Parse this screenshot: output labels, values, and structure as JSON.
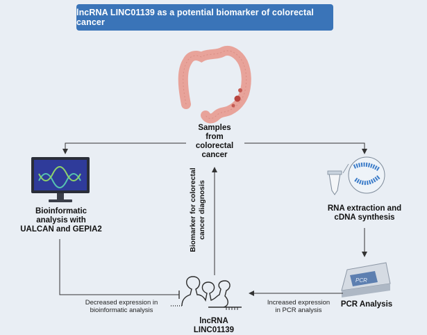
{
  "title": "lncRNA LINC01139 as a potential biomarker of colorectal cancer",
  "nodes": {
    "samples": {
      "line1": "Samples",
      "line2": "from",
      "line3": "colorectal",
      "line4": "cancer"
    },
    "bioinformatic": {
      "line1": "Bioinformatic",
      "line2": "analysis with",
      "line3": "UALCAN and GEPIA2"
    },
    "rna": {
      "line1": "RNA extraction and",
      "line2": "cDNA synthesis"
    },
    "pcr": {
      "label": "PCR Analysis",
      "device_text": "PCR"
    },
    "lncrna": {
      "line1": "lncRNA",
      "line2": "LINC01139"
    }
  },
  "edges": {
    "biomarker": {
      "line1": "Biomarker for colorectal",
      "line2": "cancer diagnosis"
    },
    "decreased": {
      "line1": "Decreased expression in",
      "line2": "bioinformatic analysis"
    },
    "increased": {
      "line1": "Increased expression",
      "line2": "in PCR analysis"
    }
  },
  "colors": {
    "title_bg": "#3a74b8",
    "colon": "#e8a39a",
    "tumor": "#b8443e",
    "monitor": "#2f3b9a",
    "dna": "#56c3b0",
    "arrow": "#333333"
  }
}
